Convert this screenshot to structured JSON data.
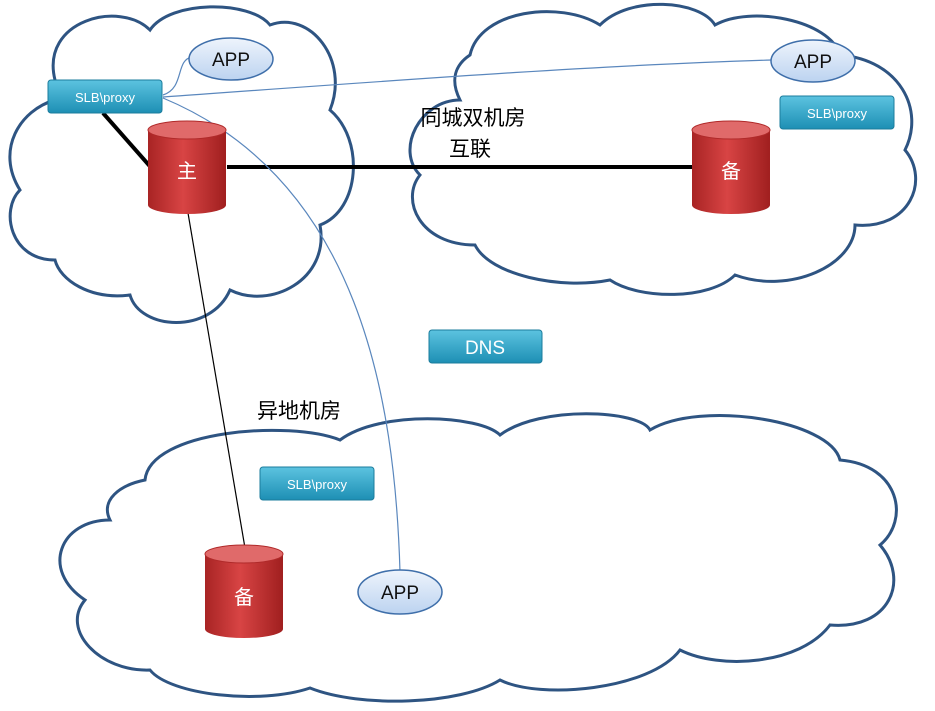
{
  "colors": {
    "cloud_stroke": "#2e5482",
    "cloud_fill": "#ffffff",
    "slb_fill": "#2aa3c6",
    "db_fill": "#c83434",
    "app_fill": "#d4e3f7",
    "thin_link": "#5a87bd",
    "thick_link": "#000000"
  },
  "labels": {
    "same_city_line1": "同城双机房",
    "same_city_line2": "互联",
    "remote_dc": "异地机房"
  },
  "dns": {
    "label": "DNS"
  },
  "datacenter_a": {
    "app_label": "APP",
    "slb_label": "SLB\\proxy",
    "db_label": "主"
  },
  "datacenter_b": {
    "app_label": "APP",
    "slb_label": "SLB\\proxy",
    "db_label": "备"
  },
  "datacenter_remote": {
    "app_label": "APP",
    "slb_label": "SLB\\proxy",
    "db_label": "备"
  }
}
